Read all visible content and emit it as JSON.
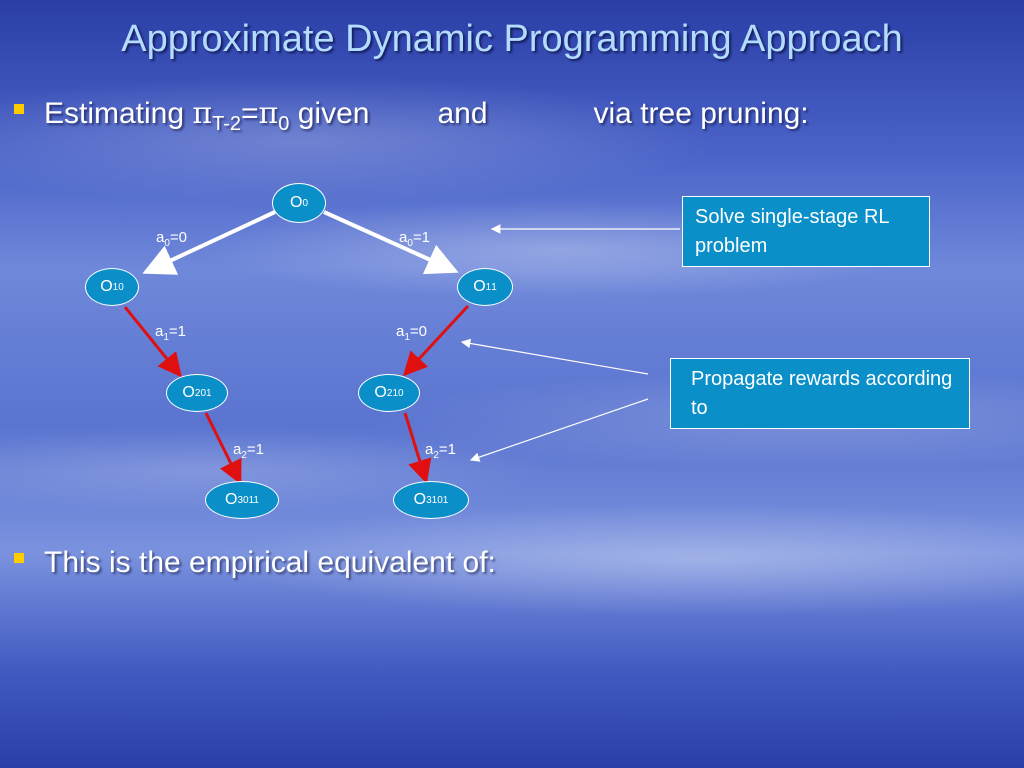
{
  "title": "Approximate Dynamic Programming Approach",
  "bullet1": {
    "lead": "Estimating ",
    "pi": "π",
    "sub1": "T-2",
    "eq": "=",
    "sub2": "0",
    "given": " given",
    "and": "and",
    "tail": "via tree pruning:"
  },
  "bullet2": {
    "text": "This is the empirical equivalent of:"
  },
  "nodes": {
    "o0": {
      "base": "O",
      "sub": "0",
      "sup": ""
    },
    "o1_0": {
      "base": "O",
      "sub": "1",
      "sup": "0"
    },
    "o1_1": {
      "base": "O",
      "sub": "1",
      "sup": "1"
    },
    "o2_01": {
      "base": "O",
      "sub": "2",
      "sup": "01"
    },
    "o2_10": {
      "base": "O",
      "sub": "2",
      "sup": "10"
    },
    "o3_011": {
      "base": "O",
      "sub": "3",
      "sup": "011"
    },
    "o3_101": {
      "base": "O",
      "sub": "3",
      "sup": "101"
    }
  },
  "edges": {
    "a0_left": {
      "var": "a",
      "sub": "0",
      "val": "=0"
    },
    "a0_right": {
      "var": "a",
      "sub": "0",
      "val": "=1"
    },
    "a1_left": {
      "var": "a",
      "sub": "1",
      "val": "=1"
    },
    "a1_right": {
      "var": "a",
      "sub": "1",
      "val": "=0"
    },
    "a2_left": {
      "var": "a",
      "sub": "2",
      "val": "=1"
    },
    "a2_right": {
      "var": "a",
      "sub": "2",
      "val": "=1"
    }
  },
  "notes": {
    "solve": "Solve single-stage RL problem",
    "propagate": "Propagate rewards according to"
  },
  "colors": {
    "white_edge": "#ffffff",
    "red_edge": "#e01010",
    "node_fill": "#0a8fc9",
    "title": "#b3dcff",
    "bullet": "#ffcc00"
  }
}
